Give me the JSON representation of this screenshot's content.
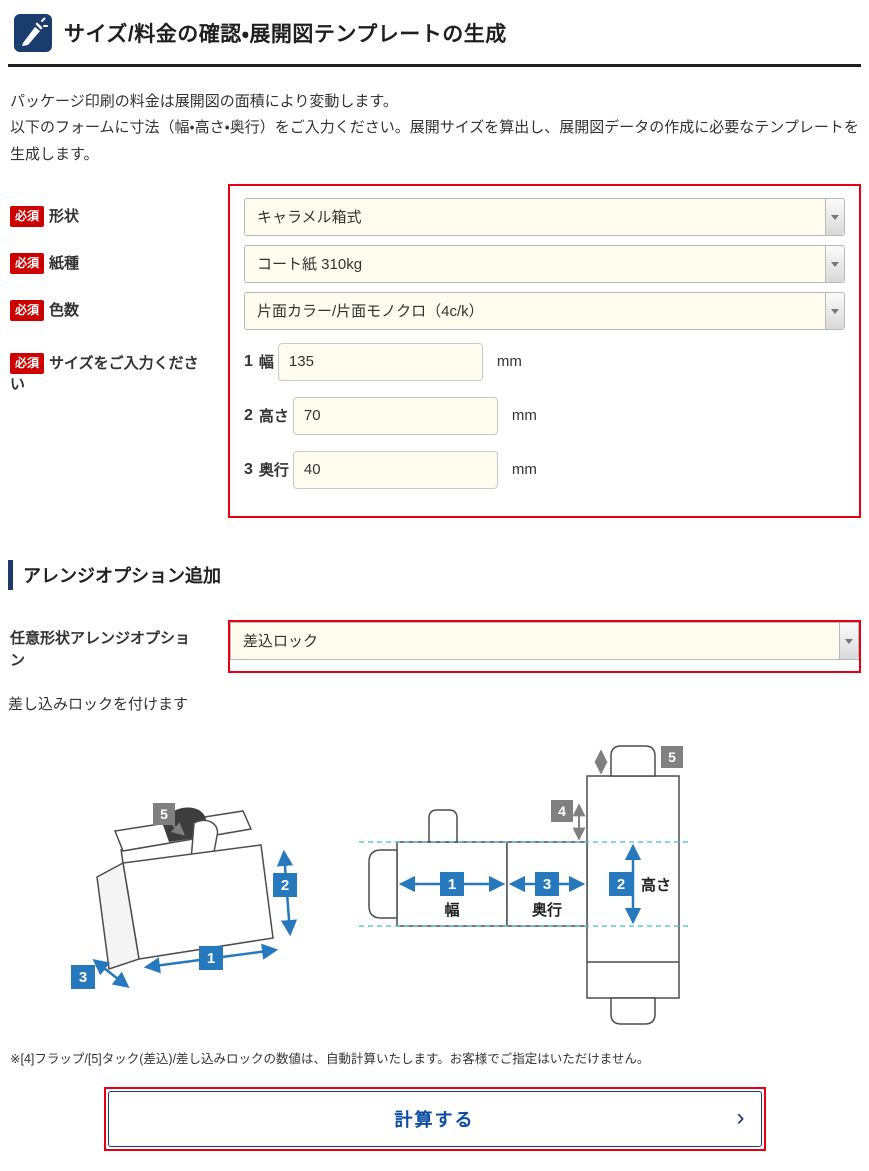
{
  "header": {
    "title": "サイズ/料金の確認・展開図テンプレートの生成"
  },
  "intro": {
    "line1": "パッケージ印刷の料金は展開図の面積により変動します。",
    "line2": "以下のフォームに寸法（幅・高さ・奥行）をご入力ください。展開サイズを算出し、展開図データの作成に必要なテンプレートを生成します。"
  },
  "required_badge": "必須",
  "form": {
    "selects": [
      {
        "label": "形状",
        "value": "キャラメル箱式"
      },
      {
        "label": "紙種",
        "value": "コート紙 310kg"
      },
      {
        "label": "色数",
        "value": "片面カラー/片面モノクロ（4c/k）"
      }
    ],
    "size": {
      "label": "サイズをご入力ください",
      "rows": [
        {
          "num": "1",
          "name": "幅",
          "value": "135",
          "unit": "mm"
        },
        {
          "num": "2",
          "name": "高さ",
          "value": "70",
          "unit": "mm"
        },
        {
          "num": "3",
          "name": "奥行",
          "value": "40",
          "unit": "mm"
        }
      ]
    }
  },
  "arrange": {
    "title": "アレンジオプション追加",
    "label": "任意形状アレンジオプション",
    "value": "差込ロック",
    "note": "差し込みロックを付けます"
  },
  "diagram": {
    "badge1": "1",
    "badge2": "2",
    "badge3": "3",
    "badge4": "4",
    "badge5": "5",
    "width_label": "幅",
    "depth_label": "奥行",
    "height_label": "高さ"
  },
  "footnote": "※[4]フラップ/[5]タック(差込)/差し込みロックの数値は、自動計算いたします。お客様でご指定はいただけません。",
  "calc_button": {
    "label": "計算する",
    "chevron": "›"
  },
  "colors": {
    "highlight_red": "#e60012",
    "required_red": "#cc0000",
    "navy": "#1a3a6b",
    "badge_blue": "#2779bd",
    "badge_gray": "#808080",
    "field_bg": "#fdfcee",
    "button_text_blue": "#0b4da2",
    "fold_line_cyan": "#56c8da"
  }
}
